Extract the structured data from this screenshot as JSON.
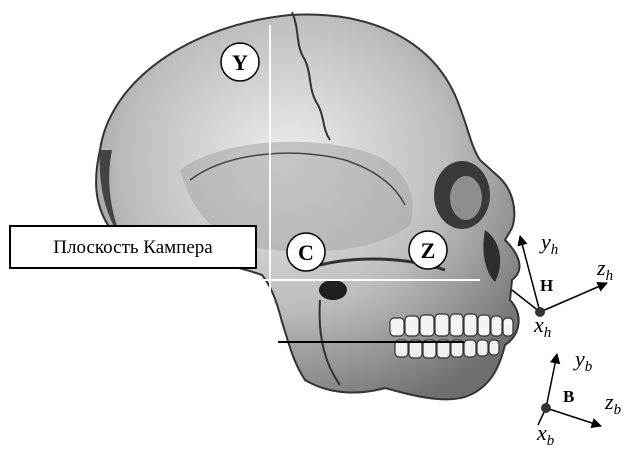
{
  "plane_label": "Плоскость Кампера",
  "circle_labels": {
    "y": "Y",
    "c": "C",
    "z": "Z"
  },
  "point_labels": {
    "h": "H",
    "b": "B"
  },
  "axes_h": {
    "y": "y",
    "y_sub": "h",
    "z": "z",
    "z_sub": "h",
    "x": "x",
    "x_sub": "h"
  },
  "axes_b": {
    "y": "y",
    "y_sub": "b",
    "z": "z",
    "z_sub": "b",
    "x": "x",
    "x_sub": "b"
  }
}
